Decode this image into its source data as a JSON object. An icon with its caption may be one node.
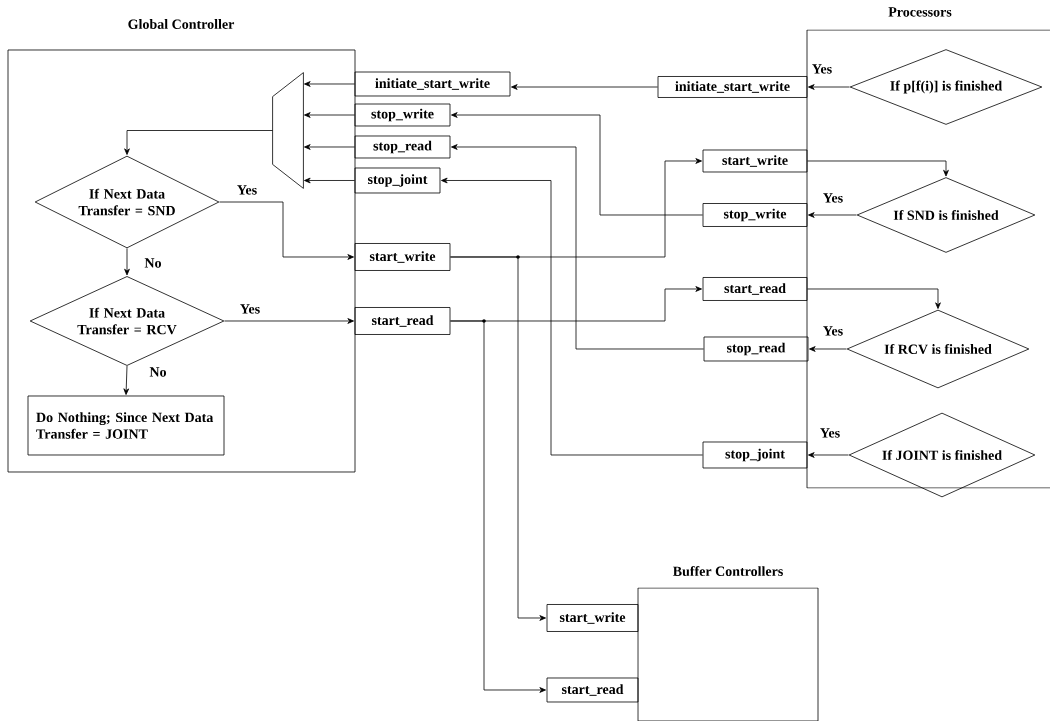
{
  "diagram": {
    "nodes": [
      {
        "text": [
          "Global Controller"
        ]
      },
      {
        "text": [],
        "shape": "trapezoid",
        "in": 0
      },
      {
        "text": [
          "If Next Data Transfer = SND"
        ],
        "in": 0
      },
      {
        "text": [
          "If Next Data Transfer = RCV"
        ],
        "in": 0
      },
      {
        "text": [
          "Do Nothing; Since Next Data Transfer = JOINT"
        ],
        "in": 0
      },
      {
        "text": [
          "initiate_start_write"
        ]
      },
      {
        "text": [
          "stop_write"
        ]
      },
      {
        "text": [
          "stop_read"
        ]
      },
      {
        "text": [
          "stop_joint"
        ]
      },
      {
        "text": [
          "start_write"
        ]
      },
      {
        "text": [
          "start_read"
        ]
      },
      {
        "text": [
          "Processors"
        ]
      },
      {
        "text": [
          "initiate_start_write"
        ]
      },
      {
        "text": [
          "start_write"
        ]
      },
      {
        "text": [
          "stop_write"
        ]
      },
      {
        "text": [
          "start_read"
        ]
      },
      {
        "text": [
          "stop_read"
        ]
      },
      {
        "text": [
          "stop_joint"
        ]
      },
      {
        "text": [
          "If p[f(i)] is finished"
        ],
        "in": 11
      },
      {
        "text": [
          "If SND is finished"
        ],
        "in": 11
      },
      {
        "text": [
          "If RCV is finished"
        ],
        "in": 11
      },
      {
        "text": [
          "If JOINT is finished"
        ],
        "in": 11
      },
      {
        "text": [
          "Buffer Controllers"
        ]
      },
      {
        "text": [
          "start_write"
        ]
      },
      {
        "text": [
          "start_read"
        ]
      }
    ],
    "edges": [
      {
        "from": 1,
        "to": 2,
        "arrow": "to"
      },
      {
        "from": 2,
        "to": 9,
        "arrow": "to",
        "label": "Yes"
      },
      {
        "from": 2,
        "to": 3,
        "arrow": "to",
        "label": "No"
      },
      {
        "from": 3,
        "to": 10,
        "arrow": "to",
        "label": "Yes"
      },
      {
        "from": 3,
        "to": 4,
        "arrow": "to",
        "label": "No"
      },
      {
        "from": 5,
        "to": 1,
        "arrow": "to"
      },
      {
        "from": 6,
        "to": 1,
        "arrow": "to"
      },
      {
        "from": 7,
        "to": 1,
        "arrow": "to"
      },
      {
        "from": 8,
        "to": 1,
        "arrow": "to"
      },
      {
        "from": 12,
        "to": 5,
        "arrow": "to"
      },
      {
        "from": 18,
        "to": 12,
        "arrow": "to",
        "label": "Yes"
      },
      {
        "from": 14,
        "to": 6,
        "arrow": "to"
      },
      {
        "from": 16,
        "to": 7,
        "arrow": "to"
      },
      {
        "from": 17,
        "to": 8,
        "arrow": "to"
      },
      {
        "from": 9,
        "to": 13,
        "arrow": "to"
      },
      {
        "from": 9,
        "to": 23,
        "arrow": "to"
      },
      {
        "from": 10,
        "to": 15,
        "arrow": "to"
      },
      {
        "from": 10,
        "to": 24,
        "arrow": "to"
      },
      {
        "from": 13,
        "to": 19,
        "arrow": "to"
      },
      {
        "from": 15,
        "to": 20,
        "arrow": "to"
      },
      {
        "from": 19,
        "to": 14,
        "arrow": "to",
        "label": "Yes"
      },
      {
        "from": 20,
        "to": 16,
        "arrow": "to",
        "label": "Yes"
      },
      {
        "from": 21,
        "to": 17,
        "arrow": "to",
        "label": "Yes"
      }
    ]
  }
}
